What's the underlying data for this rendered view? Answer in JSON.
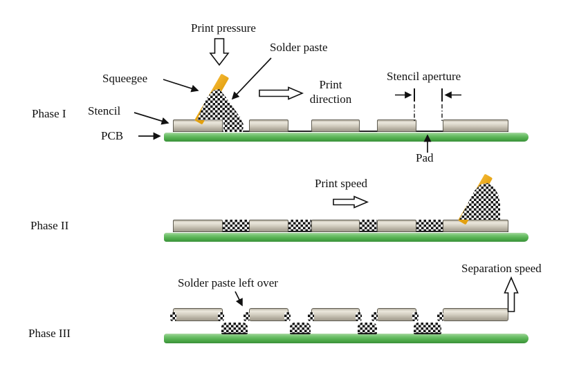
{
  "diagram": {
    "phase1": {
      "label": "Phase I",
      "print_pressure": "Print pressure",
      "solder_paste": "Solder paste",
      "squeegee": "Squeegee",
      "stencil": "Stencil",
      "pcb": "PCB",
      "print_direction_line1": "Print",
      "print_direction_line2": "direction",
      "stencil_aperture": "Stencil aperture",
      "pad": "Pad"
    },
    "phase2": {
      "label": "Phase II",
      "print_speed": "Print speed"
    },
    "phase3": {
      "label": "Phase III",
      "solder_paste_left_over": "Solder paste left over",
      "separation_speed": "Separation speed"
    },
    "colors": {
      "squeegee_orange": "#E2A00E",
      "pcb_green": "#58B254",
      "stencil_gray": "#C9C4B6",
      "paste_black": "#161616",
      "line_black": "#111111",
      "background": "#FFFFFF"
    }
  }
}
